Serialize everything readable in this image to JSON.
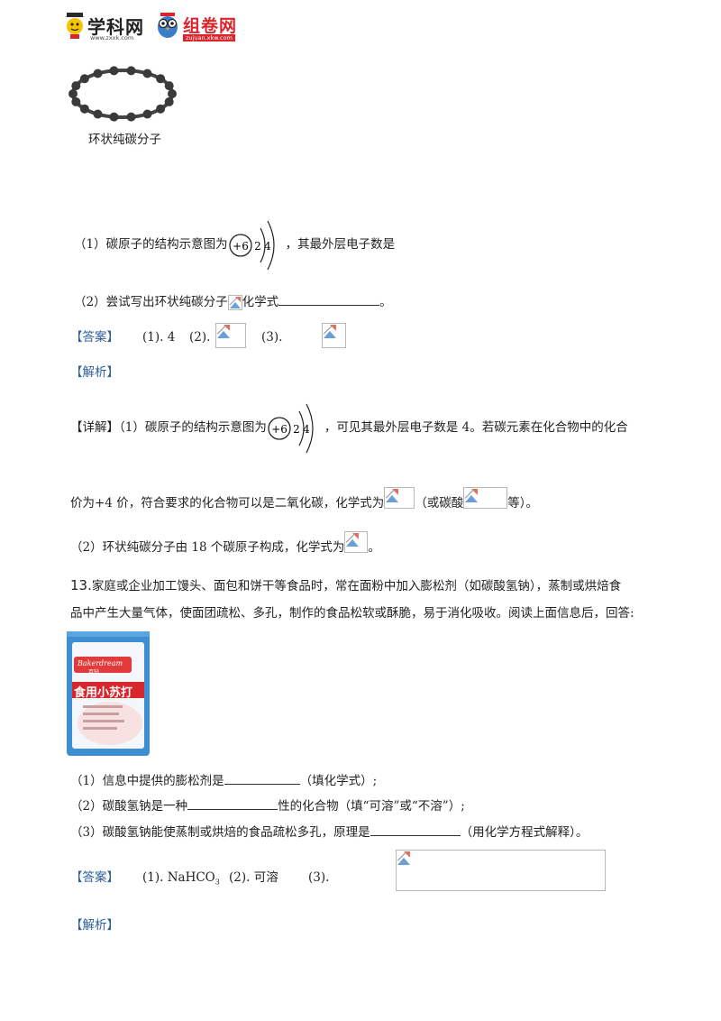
{
  "header": {
    "logo1_text": "学科网",
    "logo1_sub": "www.zxxk.com",
    "logo2_text": "组卷网",
    "logo2_sub": "zujuan.xkw.com"
  },
  "figure1": {
    "caption": "环状纯碳分子"
  },
  "q12": {
    "part1_prefix": "（1）碳原子的结构示意图为",
    "part1_suffix": "，其最外层电子数是",
    "part2_prefix": "（2）尝试写出环状纯碳分子",
    "part2_suffix": "化学式",
    "part2_end": "。",
    "answer_tag": "【答案】",
    "answer_1": "(1). 4",
    "answer_2": "(2).",
    "answer_3": "(3).",
    "analysis_tag": "【解析】",
    "detail_tag": "【详解】",
    "detail_1_prefix": "（1）碳原子的结构示意图为",
    "detail_1_suffix": "，可见其最外层电子数是 4。若碳元素在化合物中的化合",
    "detail_2_prefix": "价为+4 价，符合要求的化合物可以是二氧化碳，化学式为",
    "detail_2_mid": "（或碳酸",
    "detail_2_suffix": "等）。",
    "detail_3_prefix": "（2）环状纯碳分子由 18 个碳原子构成，化学式为",
    "detail_3_end": "。"
  },
  "atom_diagram": {
    "nucleus": "+6",
    "shell1": "2",
    "shell2": "4"
  },
  "q13": {
    "number": "13.",
    "stem_1": "家庭或企业加工馒头、面包和饼干等食品时，常在面粉中加入膨松剂（如碳酸氢钠），蒸制或烘焙食",
    "stem_2": "品中产生大量气体，使面团疏松、多孔，制作的食品松软或酥脆，易于消化吸收。阅读上面信息后，回答:",
    "package_brand": "Bakerdream",
    "package_brand_cn": "百钻",
    "package_title": "食用小苏打",
    "part1_prefix": "（1）信息中提供的膨松剂是",
    "part1_suffix": "（填化学式）;",
    "part2_prefix": "（2）碳酸氢钠是一种",
    "part2_suffix": "性的化合物（填“可溶”或“不溶”）;",
    "part3_prefix": "（3）碳酸氢钠能使蒸制或烘焙的食品疏松多孔，原理是",
    "part3_suffix": "（用化学方程式解释）。",
    "answer_tag": "【答案】",
    "answer_1_prefix": "(1). NaHCO",
    "answer_1_sub": "3",
    "answer_2": "(2). 可溶",
    "answer_3": "(3).",
    "analysis_tag": "【解析】"
  },
  "colors": {
    "tag_blue": "#2e5f9e",
    "package_blue": "#3d8fd1",
    "logo_red": "#d8262c"
  }
}
